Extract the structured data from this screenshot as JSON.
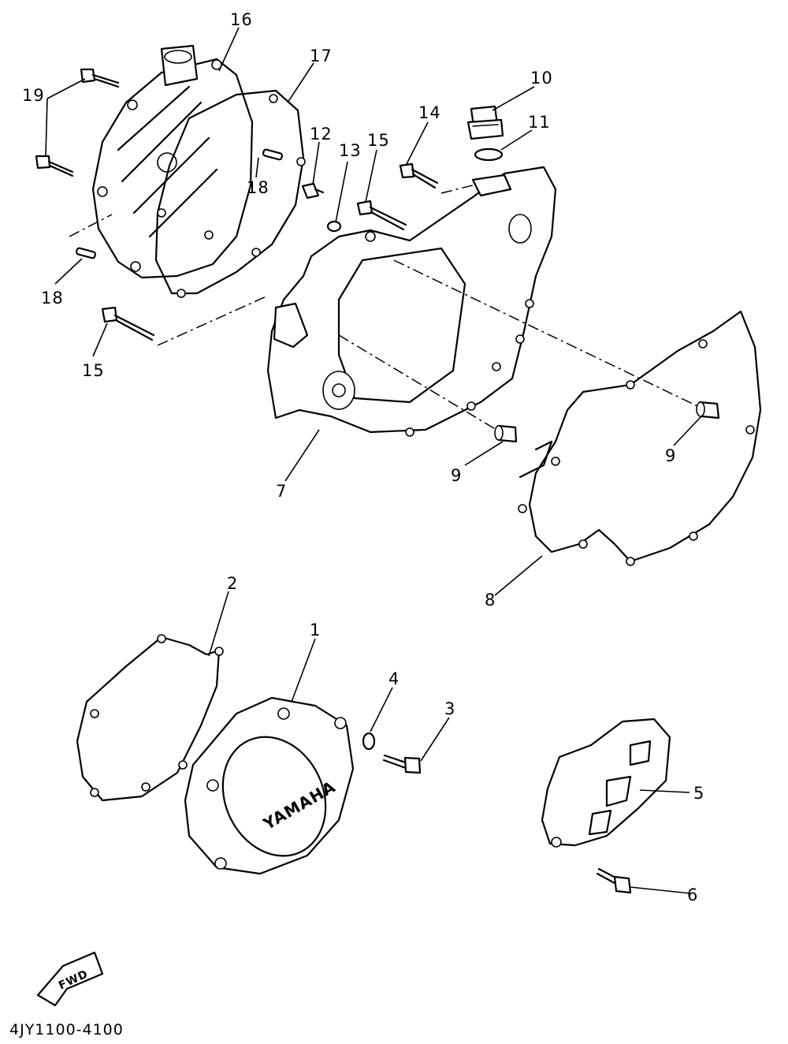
{
  "diagram": {
    "part_code": "4JY1100-4100",
    "fwd_label": "FWD",
    "brand_mark": "YAMAHA",
    "callouts": [
      "1",
      "2",
      "3",
      "4",
      "5",
      "6",
      "7",
      "8",
      "9",
      "9",
      "10",
      "11",
      "12",
      "13",
      "14",
      "15",
      "15",
      "16",
      "17",
      "18",
      "18",
      "19"
    ]
  }
}
